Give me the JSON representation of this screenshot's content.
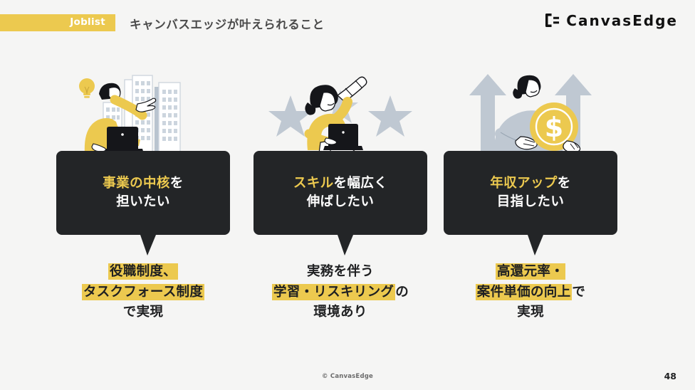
{
  "header": {
    "tag_label": "Joblist",
    "title": "キャンバスエッジが叶えられること",
    "brand_name": "CanvasEdge",
    "brand_icon": "canvasedge-bracket-logo",
    "tag_color": "#ECC94F",
    "title_color": "#4A4A4A"
  },
  "theme": {
    "background": "#F5F5F4",
    "accent_yellow": "#ECC94F",
    "bubble_dark": "#232527",
    "text_dark": "#1F2022",
    "illus_gray": "#BFC8D2"
  },
  "cards": [
    {
      "illustration": "person-pointing-at-city-buildings-with-laptop-and-lightbulb",
      "bubble": {
        "highlight_text": "事業の中核",
        "rest_text": "を",
        "line2": "担いたい"
      },
      "caption": {
        "line1_mark": "役職制度、",
        "line1_plain": "",
        "line2_mark": "タスクフォース制度",
        "line2_plain": "",
        "line3_mark": "",
        "line3_plain": "で実現"
      }
    },
    {
      "illustration": "woman-with-telescope-on-laptop-between-two-stars",
      "bubble": {
        "highlight_text": "スキル",
        "rest_text": "を幅広く",
        "line2": "伸ばしたい"
      },
      "caption": {
        "line1_mark": "",
        "line1_plain": "実務を伴う",
        "line2_mark": "学習・リスキリング",
        "line2_plain": "の",
        "line3_mark": "",
        "line3_plain": "環境あり"
      }
    },
    {
      "illustration": "person-holding-gold-dollar-coin-between-rising-arrows",
      "bubble": {
        "highlight_text": "年収アップ",
        "rest_text": "を",
        "line2": "目指したい"
      },
      "caption": {
        "line1_mark": "高還元率・",
        "line1_plain": "",
        "line2_mark": "案件単価の向上",
        "line2_plain": "で",
        "line3_mark": "",
        "line3_plain": "実現"
      }
    }
  ],
  "footer": {
    "copyright": "© CanvasEdge",
    "page_number": "48"
  }
}
